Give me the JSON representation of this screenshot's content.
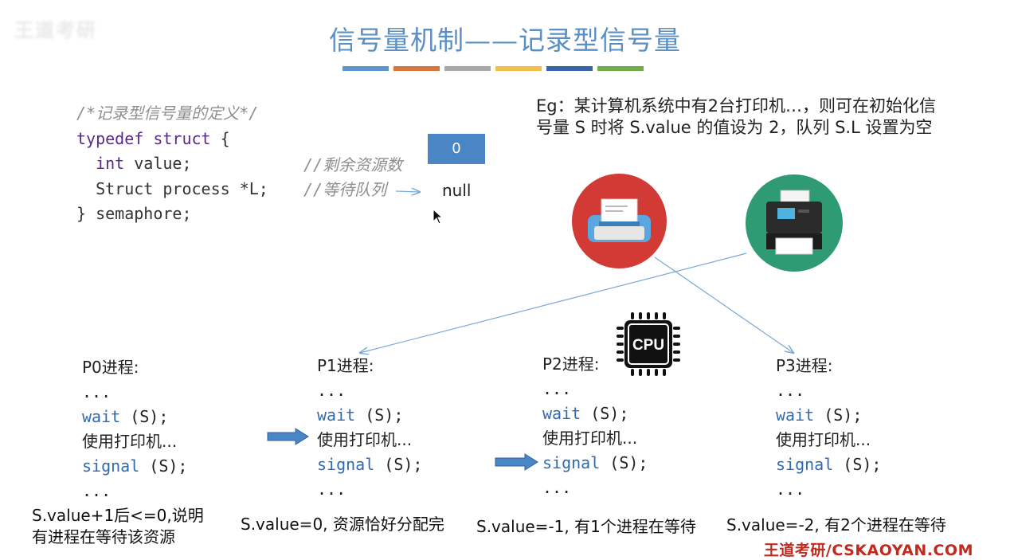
{
  "slide": {
    "watermark_logo": "王道考研",
    "title": "信号量机制——记录型信号量",
    "title_bar_colors": [
      "#5d96cc",
      "#d9763e",
      "#a8a8a8",
      "#f2c04a",
      "#3a64a8",
      "#6fae4a"
    ]
  },
  "definition": {
    "comment": "/*记录型信号量的定义*/",
    "line1_kw": "typedef struct",
    "line1_rest": " {",
    "line2_kw": "int",
    "line2_rest": " value;",
    "line3": "Struct process *L;",
    "line4": "} semaphore;",
    "comment_value": "//剩余资源数",
    "comment_queue": "//等待队列",
    "value_box": "0",
    "queue_value": "null"
  },
  "example": {
    "text": "Eg：某计算机系统中有2台打印机…，则可在初始化信号量 S 时将 S.value 的值设为 2，队列 S.L 设置为空"
  },
  "processes": [
    {
      "name": "P0进程:",
      "dots1": "...",
      "wait": "wait",
      "wait_arg": " (S);",
      "use": "使用打印机...",
      "signal": "signal",
      "signal_arg": " (S);",
      "dots2": "..."
    },
    {
      "name": "P1进程:",
      "dots1": "...",
      "wait": "wait",
      "wait_arg": " (S);",
      "use": "使用打印机...",
      "signal": "signal",
      "signal_arg": " (S);",
      "dots2": "..."
    },
    {
      "name": "P2进程:",
      "dots1": "...",
      "wait": "wait",
      "wait_arg": " (S);",
      "use": "使用打印机...",
      "signal": "signal",
      "signal_arg": " (S);",
      "dots2": "..."
    },
    {
      "name": "P3进程:",
      "dots1": "...",
      "wait": "wait",
      "wait_arg": " (S);",
      "use": "使用打印机...",
      "signal": "signal",
      "signal_arg": " (S);",
      "dots2": "..."
    }
  ],
  "notes": {
    "p0_line1": "S.value+1后<=0,说明",
    "p0_line2": "有进程在等待该资源",
    "p1": "S.value=0, 资源恰好分配完",
    "p2": "S.value=-1, 有1个进程在等待",
    "p3": "S.value=-2, 有2个进程在等待"
  },
  "cpu_label": "CPU",
  "footer": "王道考研/CSKAOYAN.COM",
  "icons": [
    "printer-icon",
    "printer-icon",
    "cpu-icon",
    "cursor-icon",
    "arrow-right-icon"
  ]
}
